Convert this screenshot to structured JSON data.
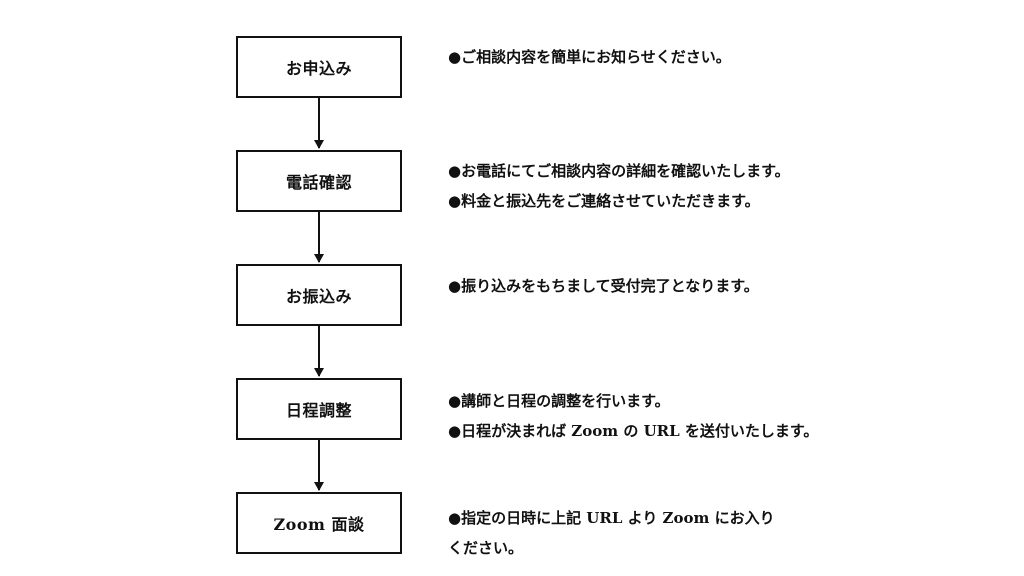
{
  "steps": [
    {
      "label": "お申込み"
    },
    {
      "label": "電話確認"
    },
    {
      "label": "お振込み"
    },
    {
      "label": "日程調整"
    },
    {
      "label": "Zoom 面談"
    }
  ],
  "descriptions": [
    {
      "lines": [
        "●ご相談内容を簡単にお知らせください。"
      ]
    },
    {
      "lines": [
        "●お電話にてご相談内容の詳細を確認いたします。",
        "●料金と振込先をご連絡させていただきます。"
      ]
    },
    {
      "lines": [
        "●振り込みをもちまして受付完了となります。"
      ]
    },
    {
      "lines": [
        "●講師と日程の調整を行います。",
        "●日程が決まれば Zoom の URL を送付いたします。"
      ]
    },
    {
      "lines": [
        "●指定の日時に上記 URL より Zoom にお入り",
        "ください。"
      ]
    }
  ]
}
